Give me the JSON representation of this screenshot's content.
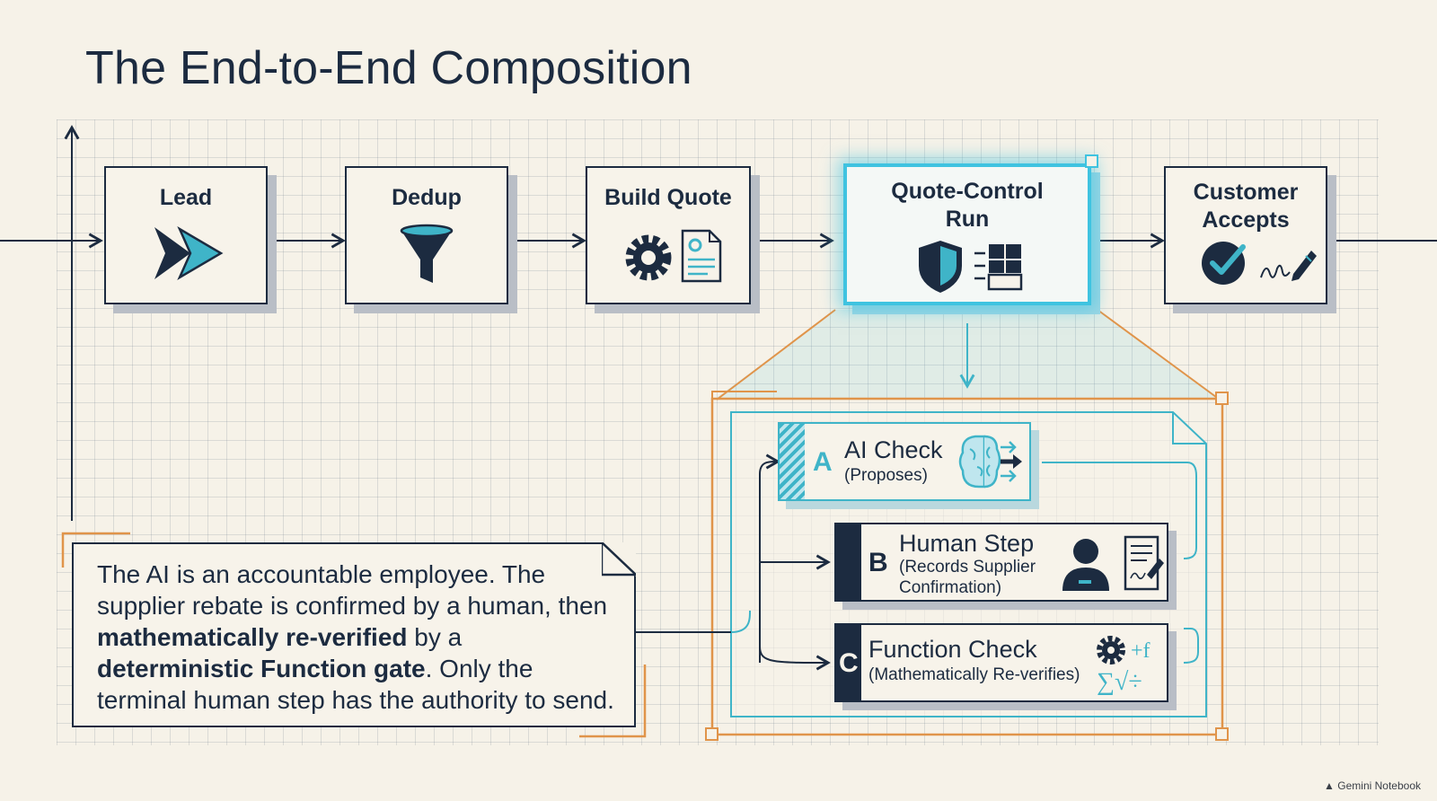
{
  "title": "The End-to-End Composition",
  "pipeline": [
    {
      "id": "lead",
      "label": "Lead",
      "icon": "fast-forward-arrow-icon"
    },
    {
      "id": "dedup",
      "label": "Dedup",
      "icon": "funnel-icon"
    },
    {
      "id": "build-quote",
      "label": "Build Quote",
      "icon": "gear-document-icon"
    },
    {
      "id": "quote-control-run",
      "label": "Quote-Control Run",
      "icon": "shield-flow-icon"
    },
    {
      "id": "customer-accepts",
      "label": "Customer Accepts",
      "icon": "check-signature-icon"
    }
  ],
  "steps": [
    {
      "letter": "A",
      "name": "AI Check",
      "sub": "(Proposes)",
      "icon": "brain-arrow-icon"
    },
    {
      "letter": "B",
      "name": "Human Step",
      "sub": "(Records Supplier Confirmation)",
      "icon": "person-document-icon"
    },
    {
      "letter": "C",
      "name": "Function Check",
      "sub": "(Mathematically Re-verifies)",
      "icon": "math-gear-icon"
    }
  ],
  "note": {
    "part1": "The AI is an accountable employee. The supplier rebate is confirmed by a human, then ",
    "bold1": "mathematically re-verified",
    "part2": " by a ",
    "bold2": "deterministic Function gate",
    "part3": ". Only the terminal human step has the authority to send."
  },
  "watermark": "Gemini Notebook",
  "colors": {
    "ink": "#1c2b40",
    "accent": "#3fc3e0",
    "teal": "#3fb4c8",
    "orange": "#e0944a",
    "paper": "#f6f2e8"
  }
}
